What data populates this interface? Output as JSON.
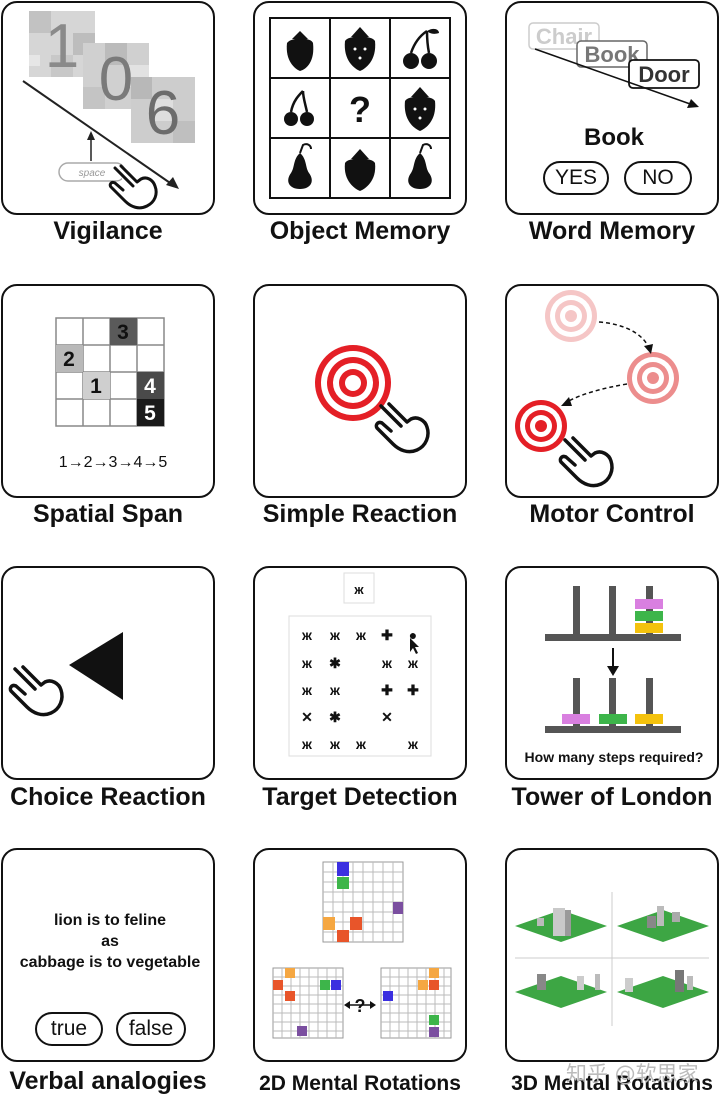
{
  "tasks": [
    {
      "title": "Vigilance"
    },
    {
      "title": "Object Memory"
    },
    {
      "title": "Word Memory"
    },
    {
      "title": "Spatial Span"
    },
    {
      "title": "Simple Reaction"
    },
    {
      "title": "Motor Control"
    },
    {
      "title": "Choice Reaction"
    },
    {
      "title": "Target Detection"
    },
    {
      "title": "Tower of London"
    },
    {
      "title": "Verbal analogies"
    },
    {
      "title": "2D Mental Rotations"
    },
    {
      "title": "3D Mental Rotations"
    }
  ],
  "vigilance": {
    "digits": [
      "1",
      "0",
      "6"
    ],
    "key_label": "space"
  },
  "object_memory": {
    "center_symbol": "?"
  },
  "word_memory": {
    "words": [
      "Chair",
      "Book",
      "Door"
    ],
    "probe": "Book",
    "yes_label": "YES",
    "no_label": "NO"
  },
  "spatial_span": {
    "cell_numbers": [
      "3",
      "2",
      "1",
      "4",
      "5"
    ],
    "sequence": "1→2→3→4→5"
  },
  "tower_of_london": {
    "question": "How many steps required?"
  },
  "verbal_analogies": {
    "line1": "lion is to feline",
    "line2": "as",
    "line3": "cabbage is to vegetable",
    "true_label": "true",
    "false_label": "false"
  },
  "mental_rotation_2d": {
    "compare_symbol": "?"
  },
  "watermark": "知乎 @软思家",
  "colors": {
    "target_red": "#e41f26",
    "orange": "#f5a742",
    "red_orange": "#e8552a",
    "green": "#3db54a",
    "purple": "#7b4fa0",
    "blue": "#3b2fe0",
    "magenta": "#d97fe0",
    "yellow": "#f4c20d",
    "iso_green": "#3da644"
  }
}
